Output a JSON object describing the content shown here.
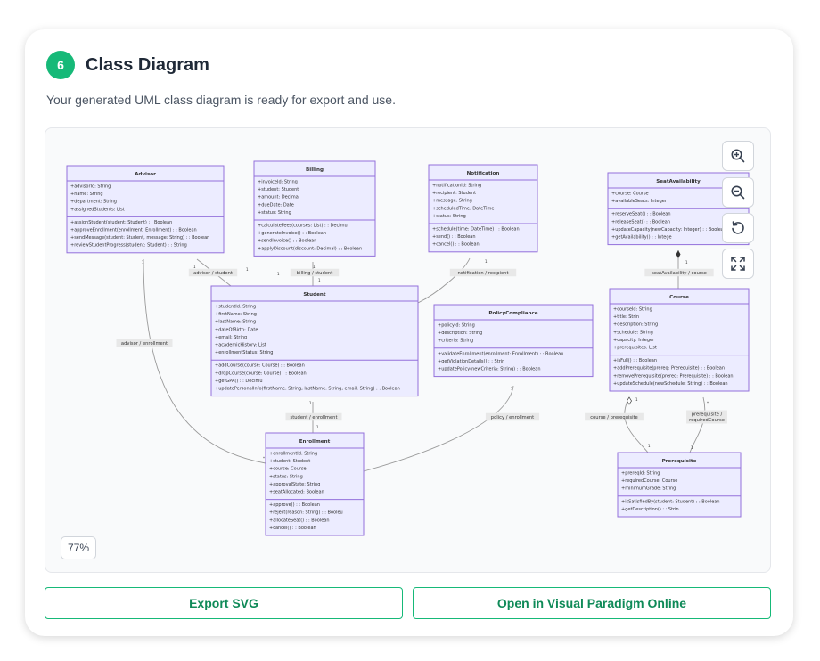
{
  "header": {
    "step_number": "6",
    "title": "Class Diagram",
    "subtitle": "Your generated UML class diagram is ready for export and use."
  },
  "diagram": {
    "zoom_level": "77%",
    "classes": [
      {
        "key": "advisor",
        "name": "Advisor",
        "attributes": [
          "+advisorId: String",
          "+name: String",
          "+department: String",
          "+assignedStudents: List"
        ],
        "methods": [
          "+assignStudent(student: Student) : : Boolean",
          "+approveEnrollment(enrollment: Enrollment) : : Boolean",
          "+sendMessage(student: Student, message: String) : : Boolean",
          "+reviewStudentProgress(student: Student) : : String"
        ]
      },
      {
        "key": "billing",
        "name": "Billing",
        "attributes": [
          "+invoiceId: String",
          "+student: Student",
          "+amount: Decimal",
          "+dueDate: Date",
          "+status: String"
        ],
        "methods": [
          "+calculateFees(courses: List) : : Decimu",
          "+generateInvoice() : : Boolean",
          "+sendInvoice() : : Boolean",
          "+applyDiscount(discount: Decimal) : : Boolean"
        ]
      },
      {
        "key": "notification",
        "name": "Notification",
        "attributes": [
          "+notificationId: String",
          "+recipient: Student",
          "+message: String",
          "+scheduledTime: DateTime",
          "+status: String"
        ],
        "methods": [
          "+schedule(time: DateTime) : : Boolean",
          "+send() : : Boolean",
          "+cancel() : : Boolean"
        ]
      },
      {
        "key": "seat",
        "name": "SeatAvailability",
        "attributes": [
          "+course: Course",
          "+availableSeats: Integer"
        ],
        "methods": [
          "+reserveSeat() : : Boolean",
          "+releaseSeat() : : Boolean",
          "+updateCapacity(newCapacity: Integer) : : Boolean",
          "+getAvailability() : : Intege"
        ]
      },
      {
        "key": "student",
        "name": "Student",
        "attributes": [
          "+studentId: String",
          "+firstName: String",
          "+lastName: String",
          "+dateOfBirth: Date",
          "+email: String",
          "+academicHistory: List",
          "+enrollmentStatus: String"
        ],
        "methods": [
          "+addCourse(course: Course) : : Boolean",
          "+dropCourse(course: Course) : : Boolean",
          "+getGPA() : : Decimu",
          "+updatePersonalInfo(firstName: String, lastName: String, email: String) : : Boolean"
        ]
      },
      {
        "key": "policy",
        "name": "PolicyCompliance",
        "attributes": [
          "+policyId: String",
          "+description: String",
          "+criteria: String"
        ],
        "methods": [
          "+validateEnrollment(enrollment: Enrollment) : : Boolean",
          "+getViolationDetails() : : Strin",
          "+updatePolicy(newCriteria: String) : : Boolean"
        ]
      },
      {
        "key": "course",
        "name": "Course",
        "attributes": [
          "+courseId: String",
          "+title: Strin",
          "+description: String",
          "+schedule: String",
          "+capacity: Integer",
          "+prerequisites: List"
        ],
        "methods": [
          "+isFull() : : Boolean",
          "+addPrerequisite(prereq: Prerequisite) : : Boolean",
          "+removePrerequisite(prereq: Prerequisite) : : Boolean",
          "+updateSchedule(newSchedule: String) : : Boolean"
        ]
      },
      {
        "key": "enrollment",
        "name": "Enrollment",
        "attributes": [
          "+enrollmentId: String",
          "+student: Student",
          "+course: Course",
          "+status: String",
          "+approvalState: String",
          "+seatAllocated: Boolean"
        ],
        "methods": [
          "+approve() : : Boolean",
          "+reject(reason: String) : : Booleu",
          "+allocateSeat() : : Boolean",
          "+cancel() : : Boolean"
        ]
      },
      {
        "key": "prereq",
        "name": "Prerequisite",
        "attributes": [
          "+prereqId: String",
          "+requiredCourse: Course",
          "+minimumGrade: String"
        ],
        "methods": [
          "+isSatisfiedBy(student: Student) : : Boolean",
          "+getDescription() : : Strin"
        ]
      }
    ],
    "relations": [
      {
        "key": "advisor_student",
        "label": "advisor / student"
      },
      {
        "key": "billing_student",
        "label": "billing / student"
      },
      {
        "key": "notification_recipient",
        "label": "notification / recipient"
      },
      {
        "key": "seat_course",
        "label": "seatAvailability / course"
      },
      {
        "key": "advisor_enrollment",
        "label": "advisor / enrollment"
      },
      {
        "key": "student_enrollment",
        "label": "student / enrollment"
      },
      {
        "key": "policy_enrollment",
        "label": "policy / enrollment"
      },
      {
        "key": "course_prerequisite",
        "label": "course / prerequisite"
      },
      {
        "key": "prerequisite_requiredcourse",
        "label": "prerequisite /\nrequiredCourse"
      }
    ],
    "multiplicity_mark": "1",
    "multiplicity_many": "*"
  },
  "toolbar": {
    "zoom_in_icon": "zoom-in-icon",
    "zoom_out_icon": "zoom-out-icon",
    "reset_icon": "reset-icon",
    "fullscreen_icon": "fullscreen-icon"
  },
  "actions": {
    "export_svg": "Export SVG",
    "open_vp": "Open in Visual Paradigm Online"
  },
  "colors": {
    "accent": "#16b978",
    "class_fill": "#ececff",
    "class_border": "#9370db"
  }
}
